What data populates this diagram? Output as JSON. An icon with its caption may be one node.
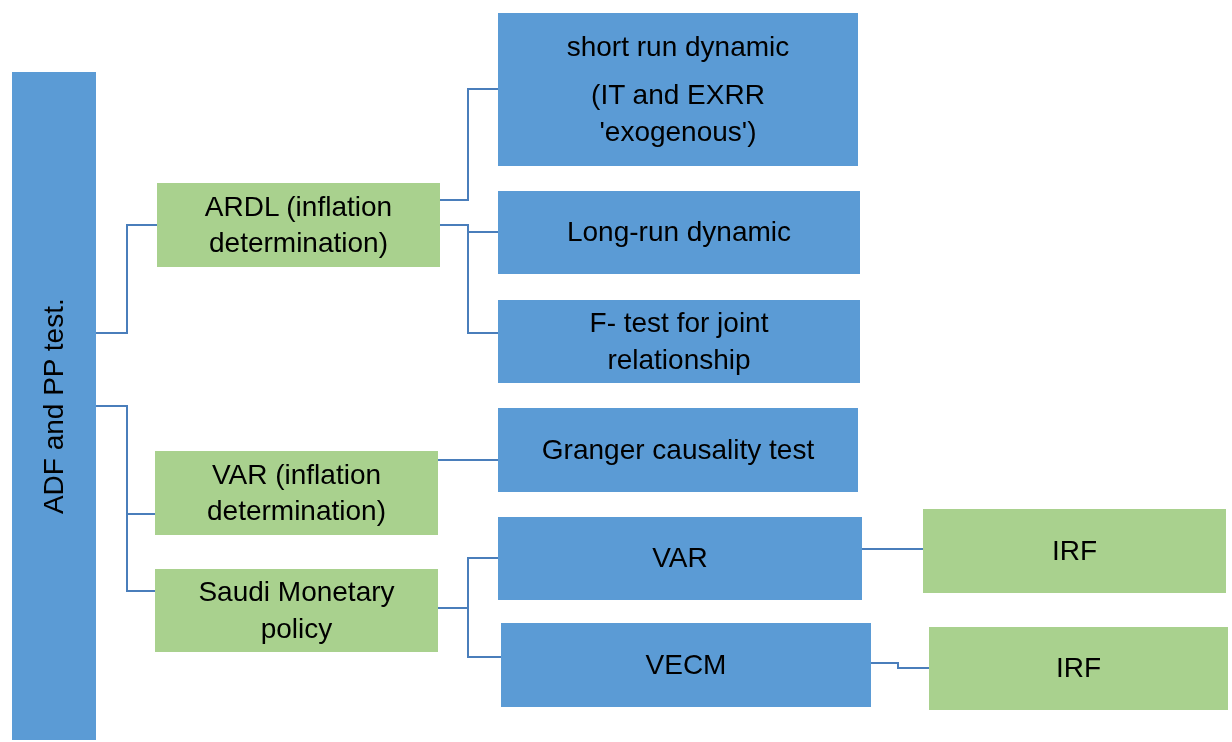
{
  "diagram": {
    "nodes": [
      {
        "text": [
          "ADF and PP test."
        ]
      },
      {
        "text": [
          "ARDL (inflation determination)"
        ]
      },
      {
        "text": [
          "short run dynamic",
          "(IT and EXRR 'exogenous')"
        ]
      },
      {
        "text": [
          "Long-run dynamic"
        ]
      },
      {
        "text": [
          "F- test for joint relationship"
        ]
      },
      {
        "text": [
          "VAR (inflation determination)"
        ]
      },
      {
        "text": [
          "Granger causality test"
        ]
      },
      {
        "text": [
          "Saudi Monetary policy"
        ]
      },
      {
        "text": [
          "VAR"
        ]
      },
      {
        "text": [
          "VECM"
        ]
      },
      {
        "text": [
          "IRF"
        ]
      },
      {
        "text": [
          "IRF"
        ]
      }
    ],
    "edges": [
      {
        "from": 0,
        "to": 1,
        "arrow": "none"
      },
      {
        "from": 0,
        "to": 5,
        "arrow": "none"
      },
      {
        "from": 0,
        "to": 7,
        "arrow": "none"
      },
      {
        "from": 1,
        "to": 2,
        "arrow": "none"
      },
      {
        "from": 1,
        "to": 3,
        "arrow": "none"
      },
      {
        "from": 1,
        "to": 4,
        "arrow": "none"
      },
      {
        "from": 5,
        "to": 6,
        "arrow": "none"
      },
      {
        "from": 7,
        "to": 8,
        "arrow": "none"
      },
      {
        "from": 7,
        "to": 9,
        "arrow": "none"
      },
      {
        "from": 8,
        "to": 10,
        "arrow": "none"
      },
      {
        "from": 9,
        "to": 11,
        "arrow": "none"
      }
    ]
  }
}
